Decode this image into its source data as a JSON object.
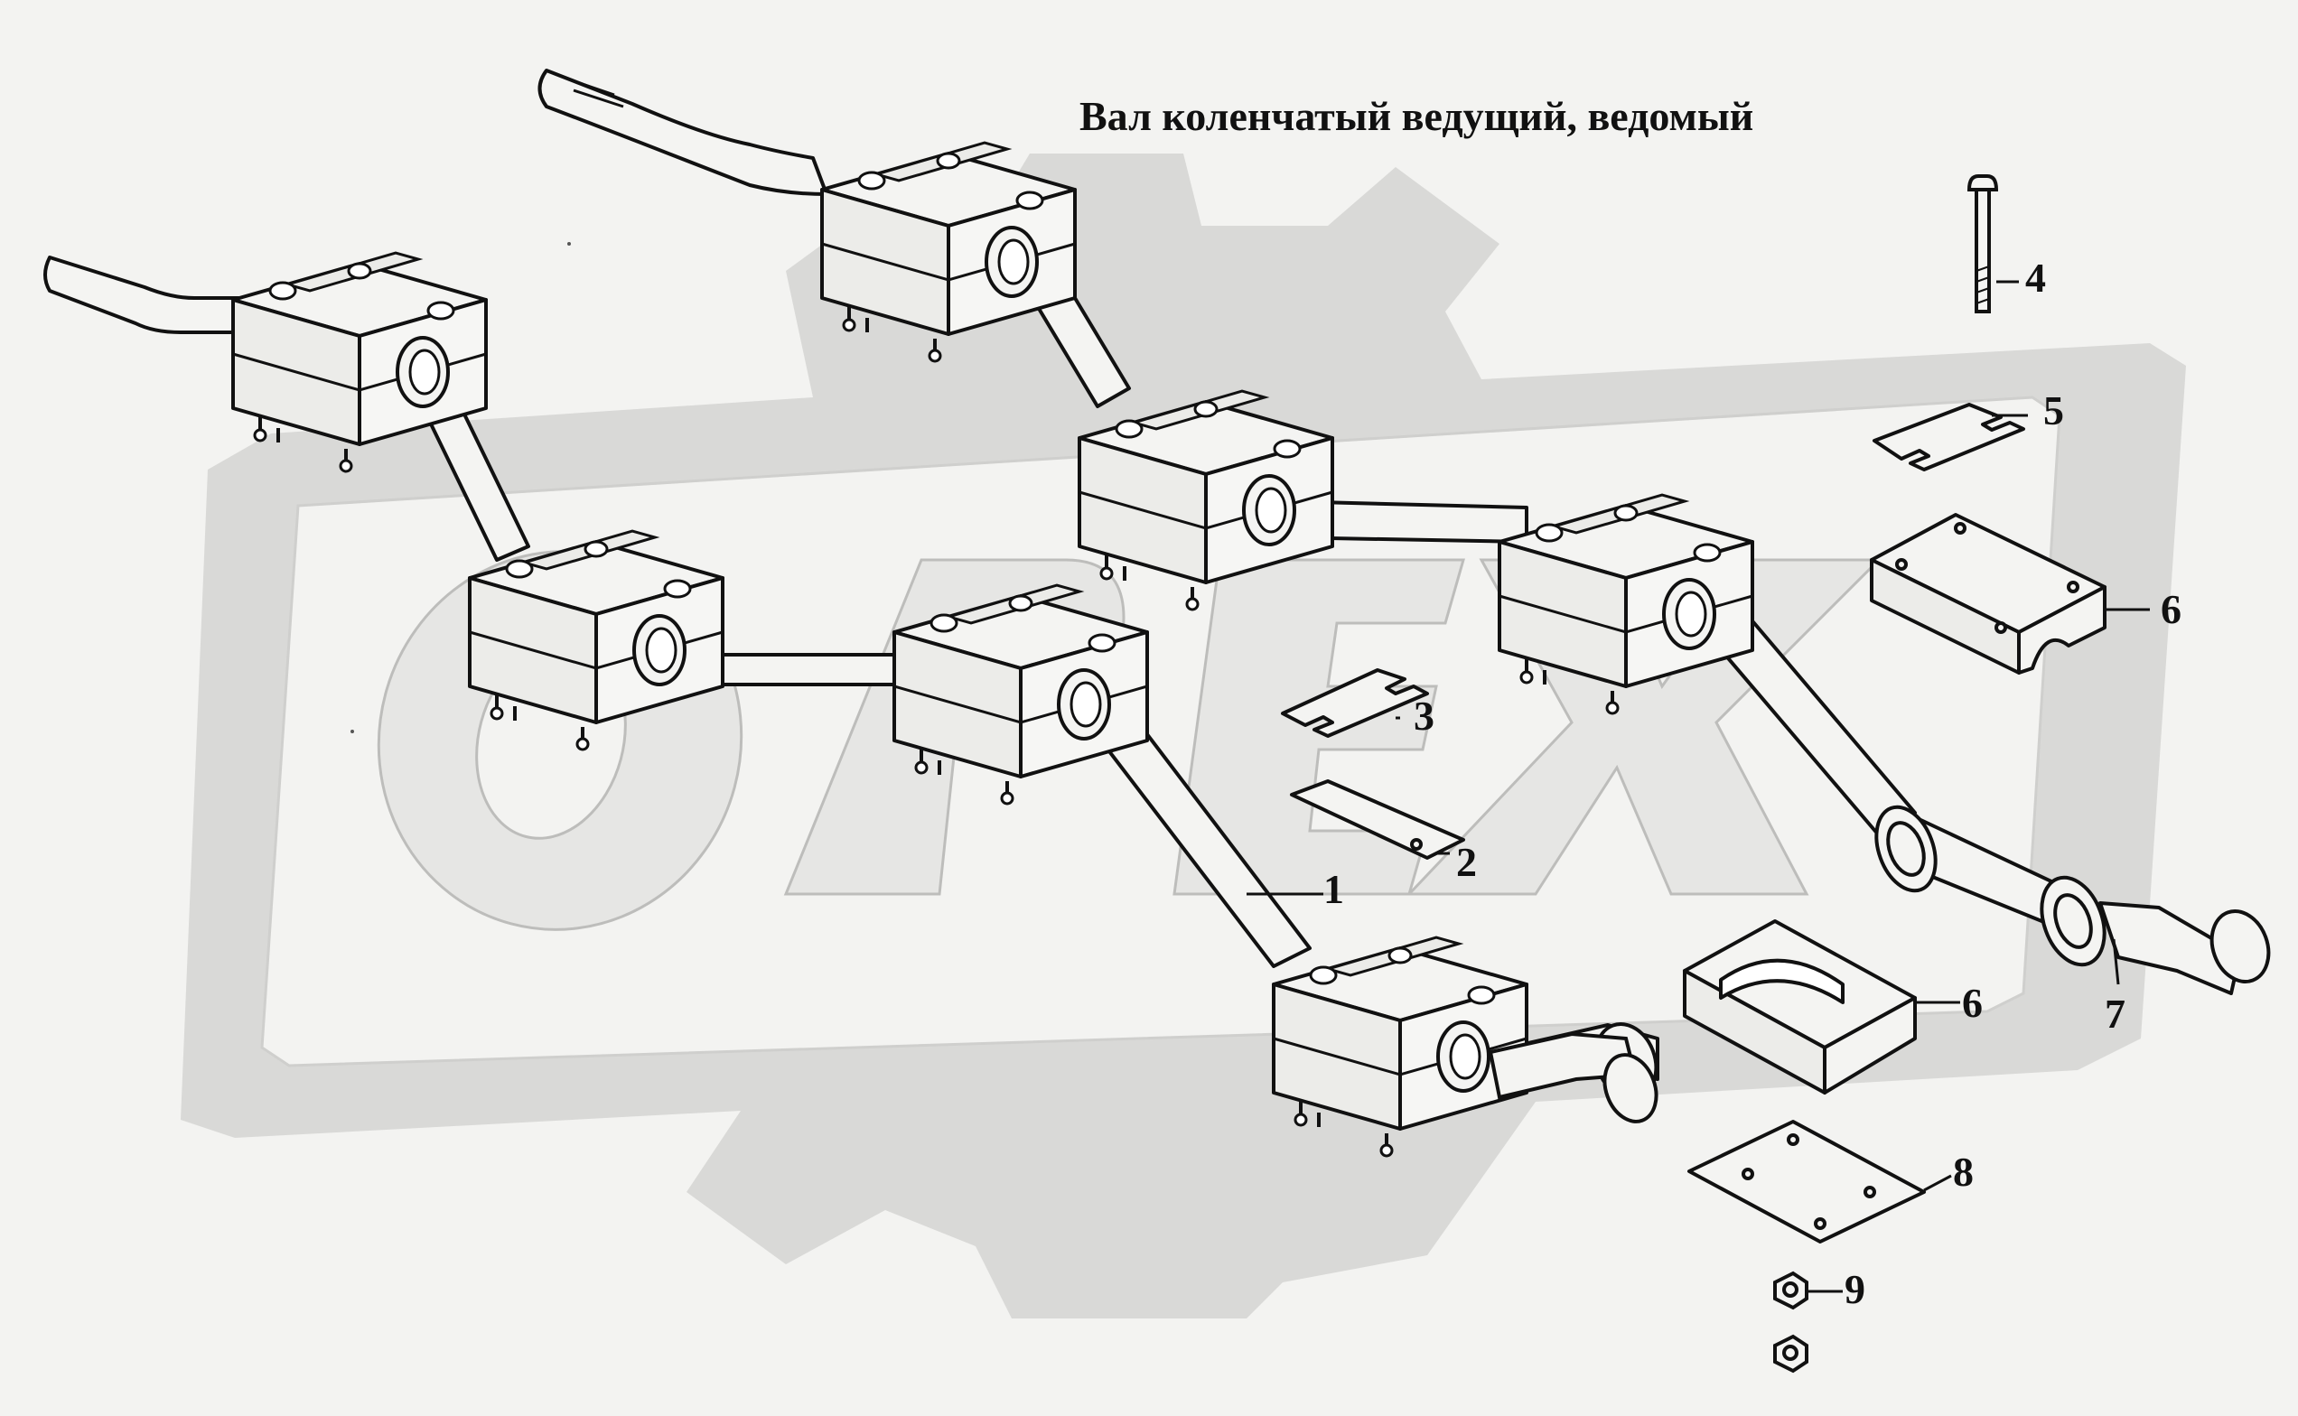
{
  "title": "Вал коленчатый ведущий, ведомый",
  "callouts": [
    {
      "id": "1",
      "label": "1"
    },
    {
      "id": "2",
      "label": "2"
    },
    {
      "id": "3",
      "label": "3"
    },
    {
      "id": "4",
      "label": "4"
    },
    {
      "id": "5",
      "label": "5"
    },
    {
      "id": "6a",
      "label": "6"
    },
    {
      "id": "6b",
      "label": "6"
    },
    {
      "id": "7",
      "label": "7"
    },
    {
      "id": "8",
      "label": "8"
    },
    {
      "id": "9",
      "label": "9"
    }
  ],
  "watermark": {
    "text": "OPEX",
    "color": "#d9d9d7"
  },
  "colors": {
    "line": "#111111",
    "part_fill": "#f4f4f2",
    "part_shade": "#e3e3e0"
  }
}
